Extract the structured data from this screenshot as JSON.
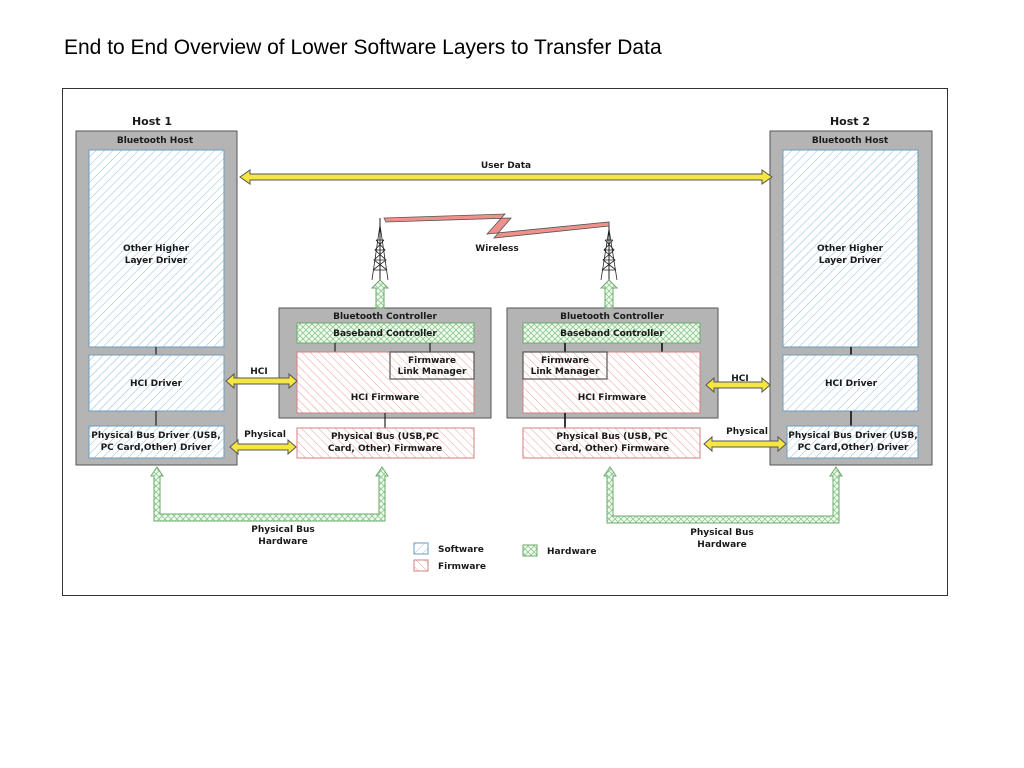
{
  "title": "End to End Overview of Lower Software Layers to Transfer Data",
  "host1": {
    "label": "Host 1",
    "bluetooth_host": "Bluetooth Host",
    "other_higher": [
      "Other Higher",
      "Layer Driver"
    ],
    "hci_driver": "HCI Driver",
    "phys_bus_driver": [
      "Physical Bus Driver (USB,",
      "PC Card,Other) Driver"
    ]
  },
  "host2": {
    "label": "Host 2",
    "bluetooth_host": "Bluetooth Host",
    "other_higher": [
      "Other Higher",
      "Layer Driver"
    ],
    "hci_driver": "HCI Driver",
    "phys_bus_driver": [
      "Physical Bus Driver (USB,",
      "PC Card,Other) Driver"
    ]
  },
  "controller1": {
    "title": "Bluetooth Controller",
    "baseband": "Baseband Controller",
    "link_manager": [
      "Firmware",
      "Link Manager"
    ],
    "hci_firmware": "HCI Firmware",
    "phys_bus_fw": [
      "Physical Bus (USB,PC",
      "Card, Other) Firmware"
    ]
  },
  "controller2": {
    "title": "Bluetooth Controller",
    "baseband": "Baseband Controller",
    "link_manager": [
      "Firmware",
      "Link Manager"
    ],
    "hci_firmware": "HCI Firmware",
    "phys_bus_fw": [
      "Physical Bus (USB, PC",
      "Card, Other) Firmware"
    ]
  },
  "links": {
    "user_data": "User Data",
    "wireless": "Wireless",
    "hci_left": "HCI",
    "hci_right": "HCI",
    "physical_left": "Physical",
    "physical_right": "Physical",
    "phys_bus_hw_left": [
      "Physical Bus",
      "Hardware"
    ],
    "phys_bus_hw_right": [
      "Physical Bus",
      "Hardware"
    ]
  },
  "legend": {
    "software": "Software",
    "firmware": "Firmware",
    "hardware": "Hardware"
  },
  "colors": {
    "software": "#4a90c8",
    "firmware": "#e06060",
    "hardware": "#5aa85a",
    "gray_box": "#b4b4b4",
    "yellow_arrow": "#f5e642"
  }
}
